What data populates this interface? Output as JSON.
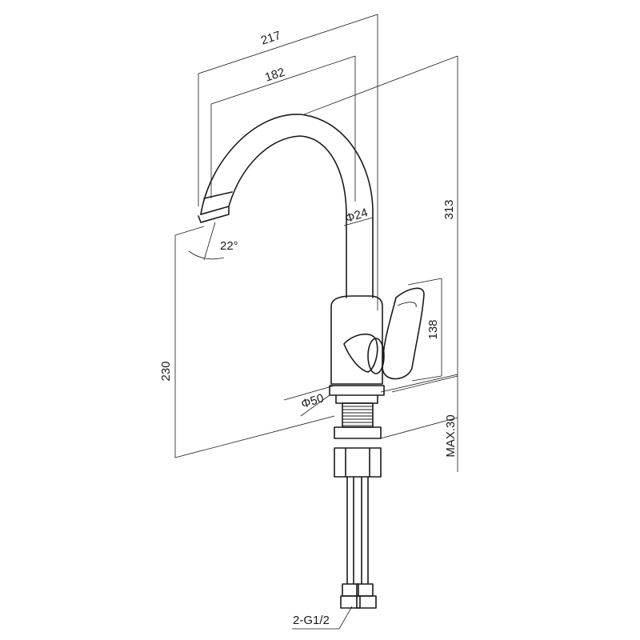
{
  "drawing": {
    "dimensions": {
      "outer_reach": "217",
      "inner_reach": "182",
      "spout_diameter": "Φ24",
      "spout_angle": "22°",
      "total_height": "313",
      "handle_height": "138",
      "spout_height": "230",
      "base_diameter": "Φ50",
      "max_deck_thickness": "MAX.30",
      "hose_connection": "2-G1/2"
    },
    "colors": {
      "line": "#1a1a1a",
      "background": "#ffffff"
    }
  }
}
